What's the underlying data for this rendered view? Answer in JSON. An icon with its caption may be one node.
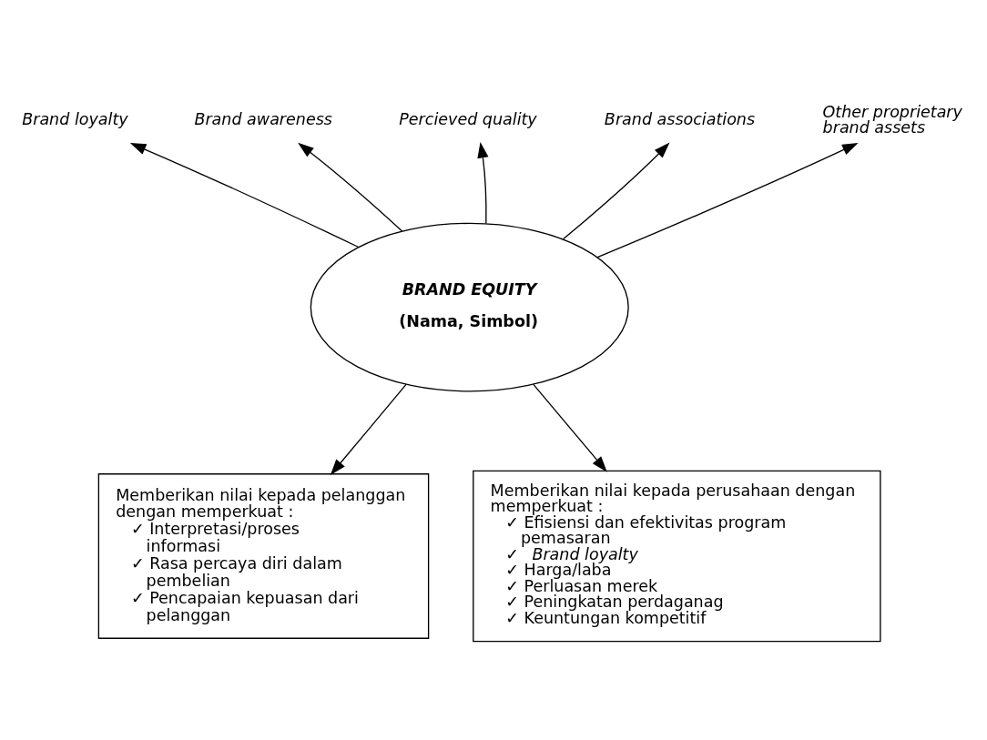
{
  "diagram": {
    "nodes": [
      {
        "text": [
          "BRAND EQUITY",
          "(Nama, Simbol)"
        ]
      },
      {
        "text": [
          "Brand loyalty"
        ]
      },
      {
        "text": [
          "Brand awareness"
        ]
      },
      {
        "text": [
          "Percieved quality"
        ]
      },
      {
        "text": [
          "Brand associations"
        ]
      },
      {
        "text": [
          "Other proprietary brand assets"
        ]
      },
      {
        "text": [
          "Memberikan nilai kepada pelanggan dengan memperkuat :",
          "✓ Interpretasi/proses informasi",
          "✓ Rasa percaya diri dalam pembelian",
          "✓ Pencapaian kepuasan dari pelanggan"
        ]
      },
      {
        "text": [
          "Memberikan nilai kepada perusahaan dengan memperkuat :",
          "✓ Efisiensi dan efektivitas program pemasaran",
          "✓ *Brand loyalty*",
          "✓ Harga/laba",
          "✓ Perluasan merek",
          "✓ Peningkatan perdaganag",
          "✓ Keuntungan kompetitif"
        ]
      }
    ],
    "edges": [
      {
        "from": 0,
        "to": 1,
        "arrow": "to"
      },
      {
        "from": 0,
        "to": 2,
        "arrow": "to"
      },
      {
        "from": 0,
        "to": 3,
        "arrow": "to"
      },
      {
        "from": 0,
        "to": 4,
        "arrow": "to"
      },
      {
        "from": 0,
        "to": 5,
        "arrow": "to"
      },
      {
        "from": 0,
        "to": 6,
        "arrow": "to"
      },
      {
        "from": 0,
        "to": 7,
        "arrow": "to"
      }
    ]
  }
}
